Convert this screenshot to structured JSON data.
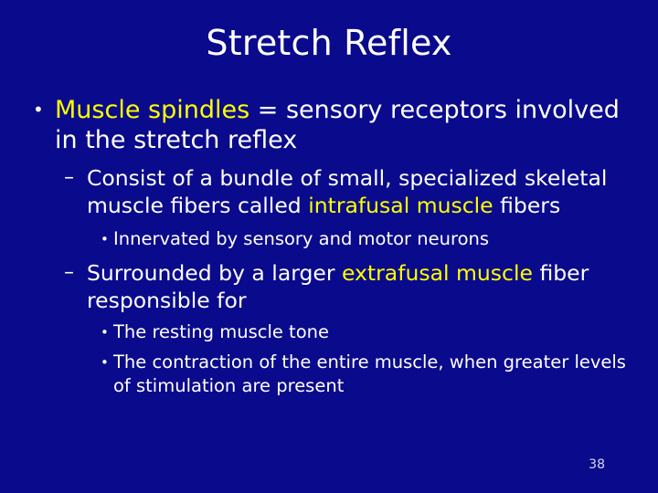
{
  "slide": {
    "title": "Stretch Reflex",
    "page_number": "38",
    "background_color": "#0a0a8c",
    "text_color": "#ffffff",
    "highlight_color": "#ffff00",
    "bullets": [
      {
        "level": 1,
        "marker": "•",
        "segments": [
          {
            "text": "Muscle spindles",
            "highlight": true
          },
          {
            "text": " = sensory receptors involved in the stretch reflex",
            "highlight": false
          }
        ]
      },
      {
        "level": 2,
        "marker": "–",
        "segments": [
          {
            "text": "Consist of a bundle of small, specialized skeletal muscle fibers called ",
            "highlight": false
          },
          {
            "text": "intrafusal muscle",
            "highlight": true
          },
          {
            "text": " fibers",
            "highlight": false
          }
        ]
      },
      {
        "level": 3,
        "marker": "•",
        "segments": [
          {
            "text": "Innervated by sensory and motor neurons",
            "highlight": false
          }
        ]
      },
      {
        "level": 2,
        "marker": "–",
        "segments": [
          {
            "text": "Surrounded by a larger ",
            "highlight": false
          },
          {
            "text": "extrafusal muscle",
            "highlight": true
          },
          {
            "text": " fiber responsible for",
            "highlight": false
          }
        ]
      },
      {
        "level": 3,
        "marker": "•",
        "segments": [
          {
            "text": "The resting muscle tone",
            "highlight": false
          }
        ]
      },
      {
        "level": 3,
        "marker": "•",
        "segments": [
          {
            "text": "The contraction of the entire muscle, when greater levels of stimulation are present",
            "highlight": false
          }
        ]
      }
    ]
  }
}
